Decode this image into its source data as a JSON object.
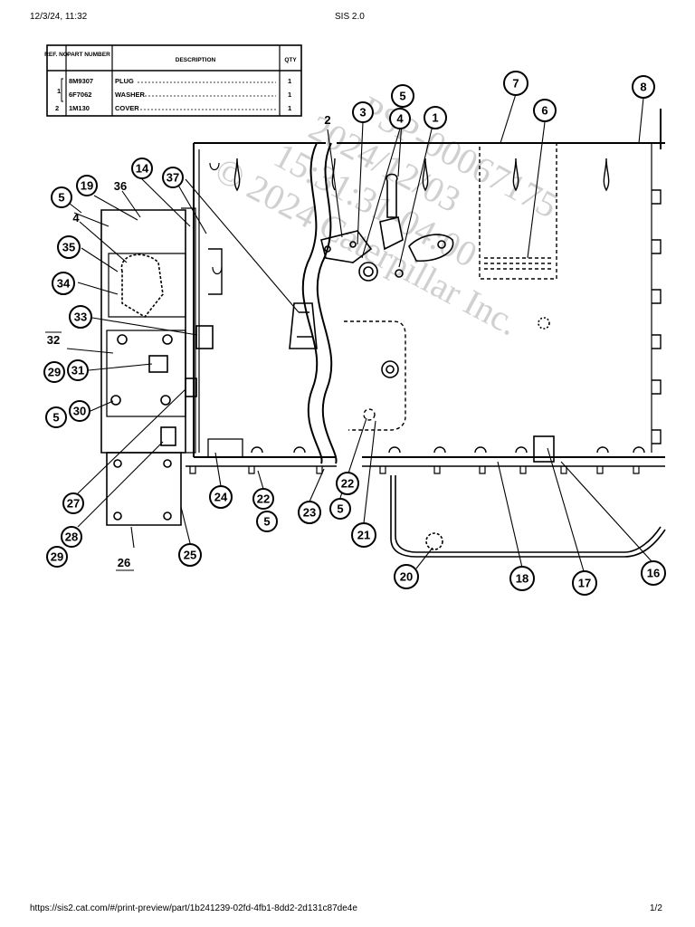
{
  "header": {
    "datetime": "12/3/24, 11:32",
    "title": "SIS 2.0"
  },
  "footer": {
    "url": "https://sis2.cat.com/#/print-preview/part/1b241239-02fd-4fb1-8dd2-2d131c87de4e",
    "page": "1/2"
  },
  "parts_table": {
    "headers": [
      "REF. NO",
      "PART NUMBER",
      "DESCRIPTION",
      "QTY"
    ],
    "rows": [
      {
        "ref": "1",
        "part": "8M9307",
        "desc": "PLUG",
        "qty": "1"
      },
      {
        "ref": "",
        "part": "6F7062",
        "desc": "WASHER",
        "qty": "1"
      },
      {
        "ref": "2",
        "part": "1M130",
        "desc": "COVER",
        "qty": "1"
      }
    ]
  },
  "watermark": {
    "lines": [
      "PSP-00067175",
      "2024/12/03",
      "15:31:31-04:00",
      "© 2024 Caterpillar Inc."
    ]
  },
  "callouts": [
    "1",
    "2",
    "3",
    "4",
    "4",
    "5",
    "5",
    "5",
    "5",
    "5",
    "6",
    "7",
    "8",
    "14",
    "16",
    "17",
    "18",
    "19",
    "20",
    "21",
    "22",
    "22",
    "23",
    "24",
    "25",
    "26",
    "27",
    "28",
    "29",
    "29",
    "30",
    "31",
    "32",
    "33",
    "34",
    "35",
    "36",
    "37"
  ]
}
